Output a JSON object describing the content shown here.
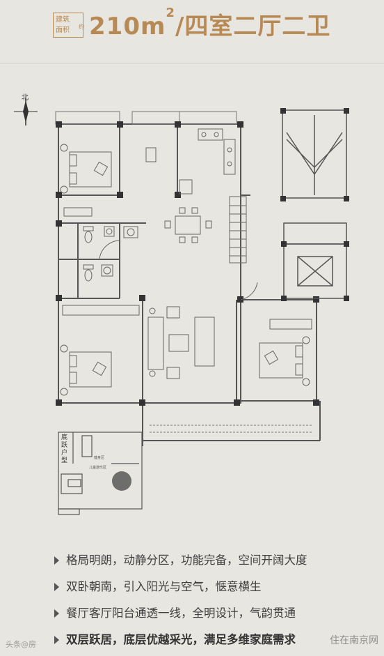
{
  "header": {
    "badge_line1": "建筑",
    "badge_line2": "面积",
    "badge_suffix": "约",
    "area": "210m",
    "area_sup": "2",
    "layout": "/四室二厅二卫"
  },
  "plan": {
    "north_label": "北",
    "lower_floor_label": "底跃户型",
    "lower_labels": [
      "健身区",
      "儿童游乐区"
    ]
  },
  "features": [
    "格局明朗，动静分区，功能完备，空间开阔大度",
    "双卧朝南，引入阳光与空气，惬意横生",
    "餐厅客厅阳台通透一线，全明设计，气韵贯通",
    "双层跃居，底层优越采光，满足多维家庭需求"
  ],
  "watermarks": {
    "left": "头条@房",
    "right": "住在南京网"
  }
}
